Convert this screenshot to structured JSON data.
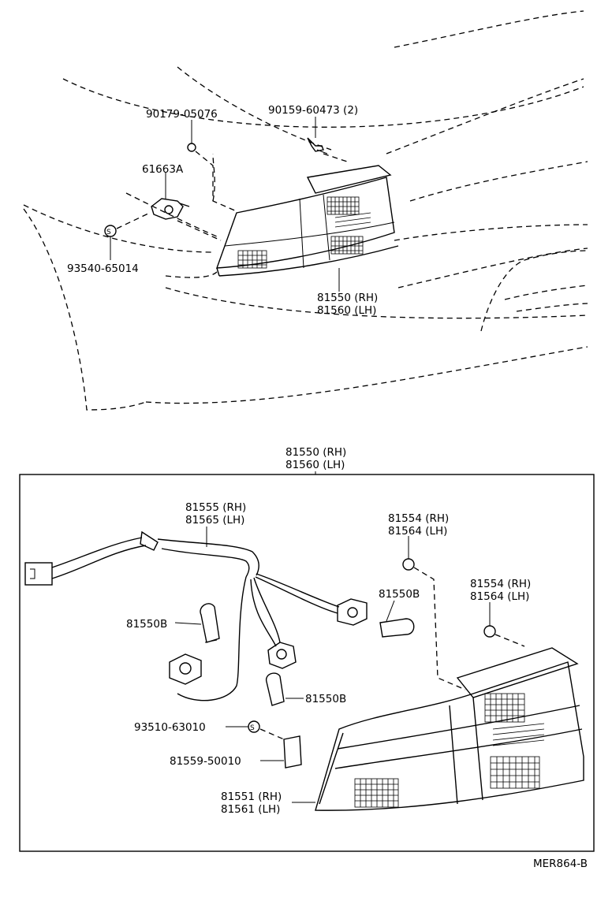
{
  "labels": {
    "bolt_90179": "90179-05076",
    "screw_90159": "90159-60473 (2)",
    "socket_61663A": "61663A",
    "nut_93540": "93540-65014",
    "lamp_assy_rh_top": "81550 (RH)",
    "lamp_assy_lh_top": "81560 (LH)",
    "lamp_assy_rh_box": "81550 (RH)",
    "lamp_assy_lh_box": "81560 (LH)",
    "wire_rh": "81555 (RH)",
    "wire_lh": "81565 (LH)",
    "gasket_a_rh": "81554 (RH)",
    "gasket_a_lh": "81564 (LH)",
    "gasket_b_rh": "81554 (RH)",
    "gasket_b_lh": "81564 (LH)",
    "bulb_right": "81550B",
    "bulb_left": "81550B",
    "bulb_lower": "81550B",
    "screw_93510": "93510-63010",
    "label_81559": "81559-50010",
    "lens_rh": "81551 (RH)",
    "lens_lh": "81561 (LH)",
    "diagram_code": "MER864-B"
  }
}
